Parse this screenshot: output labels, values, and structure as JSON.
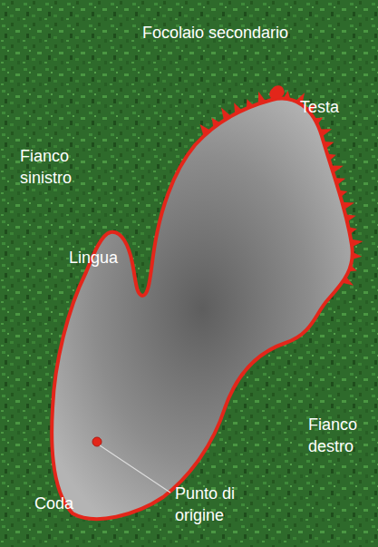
{
  "diagram": {
    "labels": [
      "Focolaio secondario",
      "Testa",
      "Fianco sinistro",
      "Lingua",
      "Fianco destro",
      "Punto di origine",
      "Coda"
    ]
  }
}
